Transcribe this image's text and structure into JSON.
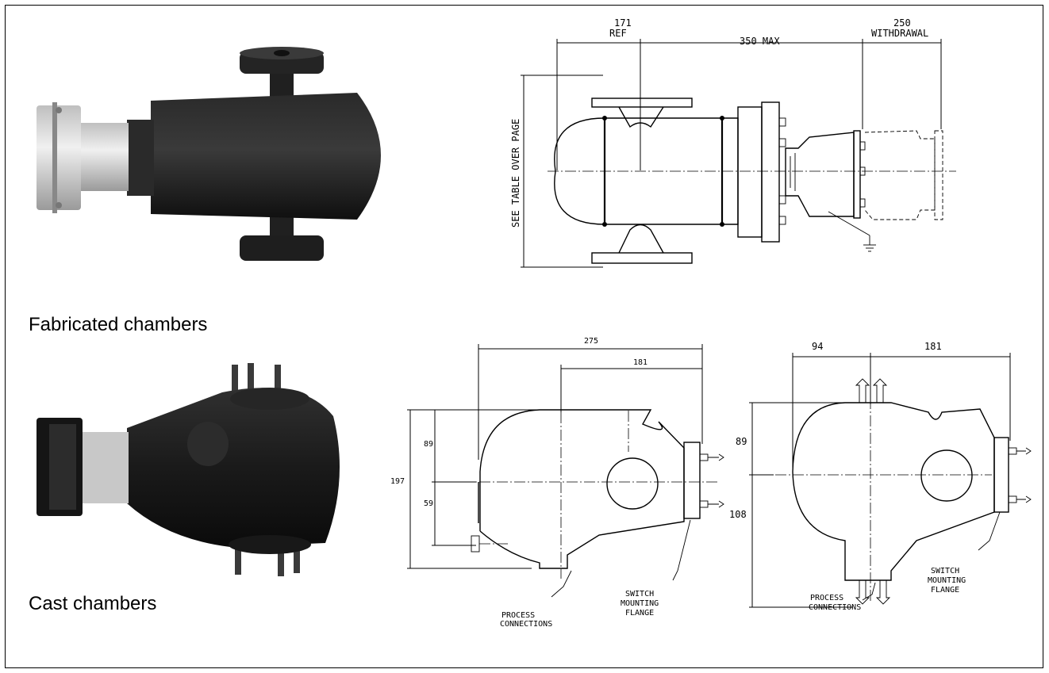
{
  "captions": {
    "fabricated": "Fabricated chambers",
    "cast": "Cast chambers"
  },
  "fabricated_drawing": {
    "dim_ref_value": "171",
    "dim_ref_label": "REF",
    "dim_max": "350 MAX",
    "dim_withdrawal_value": "250",
    "dim_withdrawal_label": "WITHDRAWAL",
    "side_label": "SEE TABLE OVER PAGE"
  },
  "cast_drawing_left": {
    "dim_overall": "275",
    "dim_flange": "181",
    "dim_height": "197",
    "dim_upper": "89",
    "dim_lower": "59",
    "flange_label": [
      "SWITCH",
      "MOUNTING",
      "FLANGE"
    ],
    "process_label": [
      "PROCESS",
      "CONNECTIONS"
    ]
  },
  "cast_drawing_right": {
    "dim_left": "94",
    "dim_right": "181",
    "dim_upper": "89",
    "dim_lower": "108",
    "flange_label": [
      "SWITCH",
      "MOUNTING",
      "FLANGE"
    ],
    "process_label": [
      "PROCESS",
      "CONNECTIONS"
    ]
  },
  "colors": {
    "chamber_body": "#1c1c1c",
    "switch_housing": "#d9d9d9",
    "line": "#000000"
  }
}
